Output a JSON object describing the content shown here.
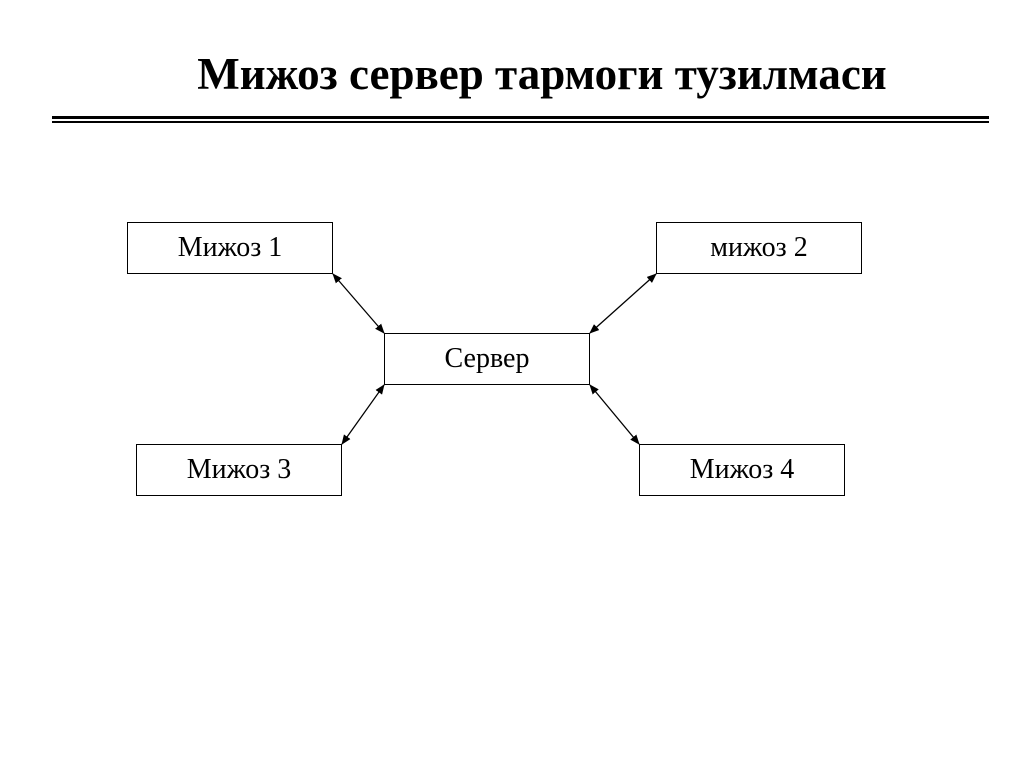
{
  "title": "Мижоз сервер тармоги тузилмаси",
  "nodes": {
    "client_1": "Мижоз 1",
    "client_2": "мижоз 2",
    "server": "Сервер",
    "client_3": "Мижоз 3",
    "client_4": "Мижоз 4"
  },
  "colors": {
    "line": "#000000",
    "background": "#ffffff"
  }
}
